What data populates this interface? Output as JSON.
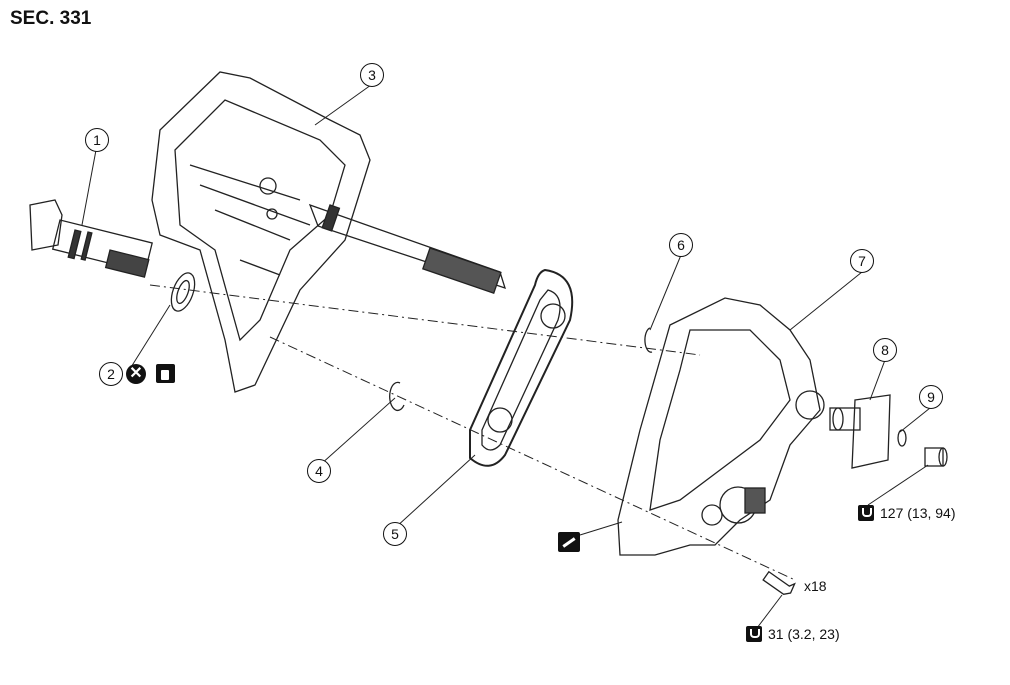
{
  "section": "SEC. 331",
  "callouts": [
    "1",
    "2",
    "3",
    "4",
    "5",
    "6",
    "7",
    "8",
    "9"
  ],
  "quantity": "x18",
  "torque_specs": [
    "127 (13, 94)",
    "31 (3.2, 23)"
  ],
  "symbols": [
    "torque-wrench-icon",
    "do-not-reuse-icon",
    "apply-fluid-icon",
    "apply-sealant-icon"
  ]
}
